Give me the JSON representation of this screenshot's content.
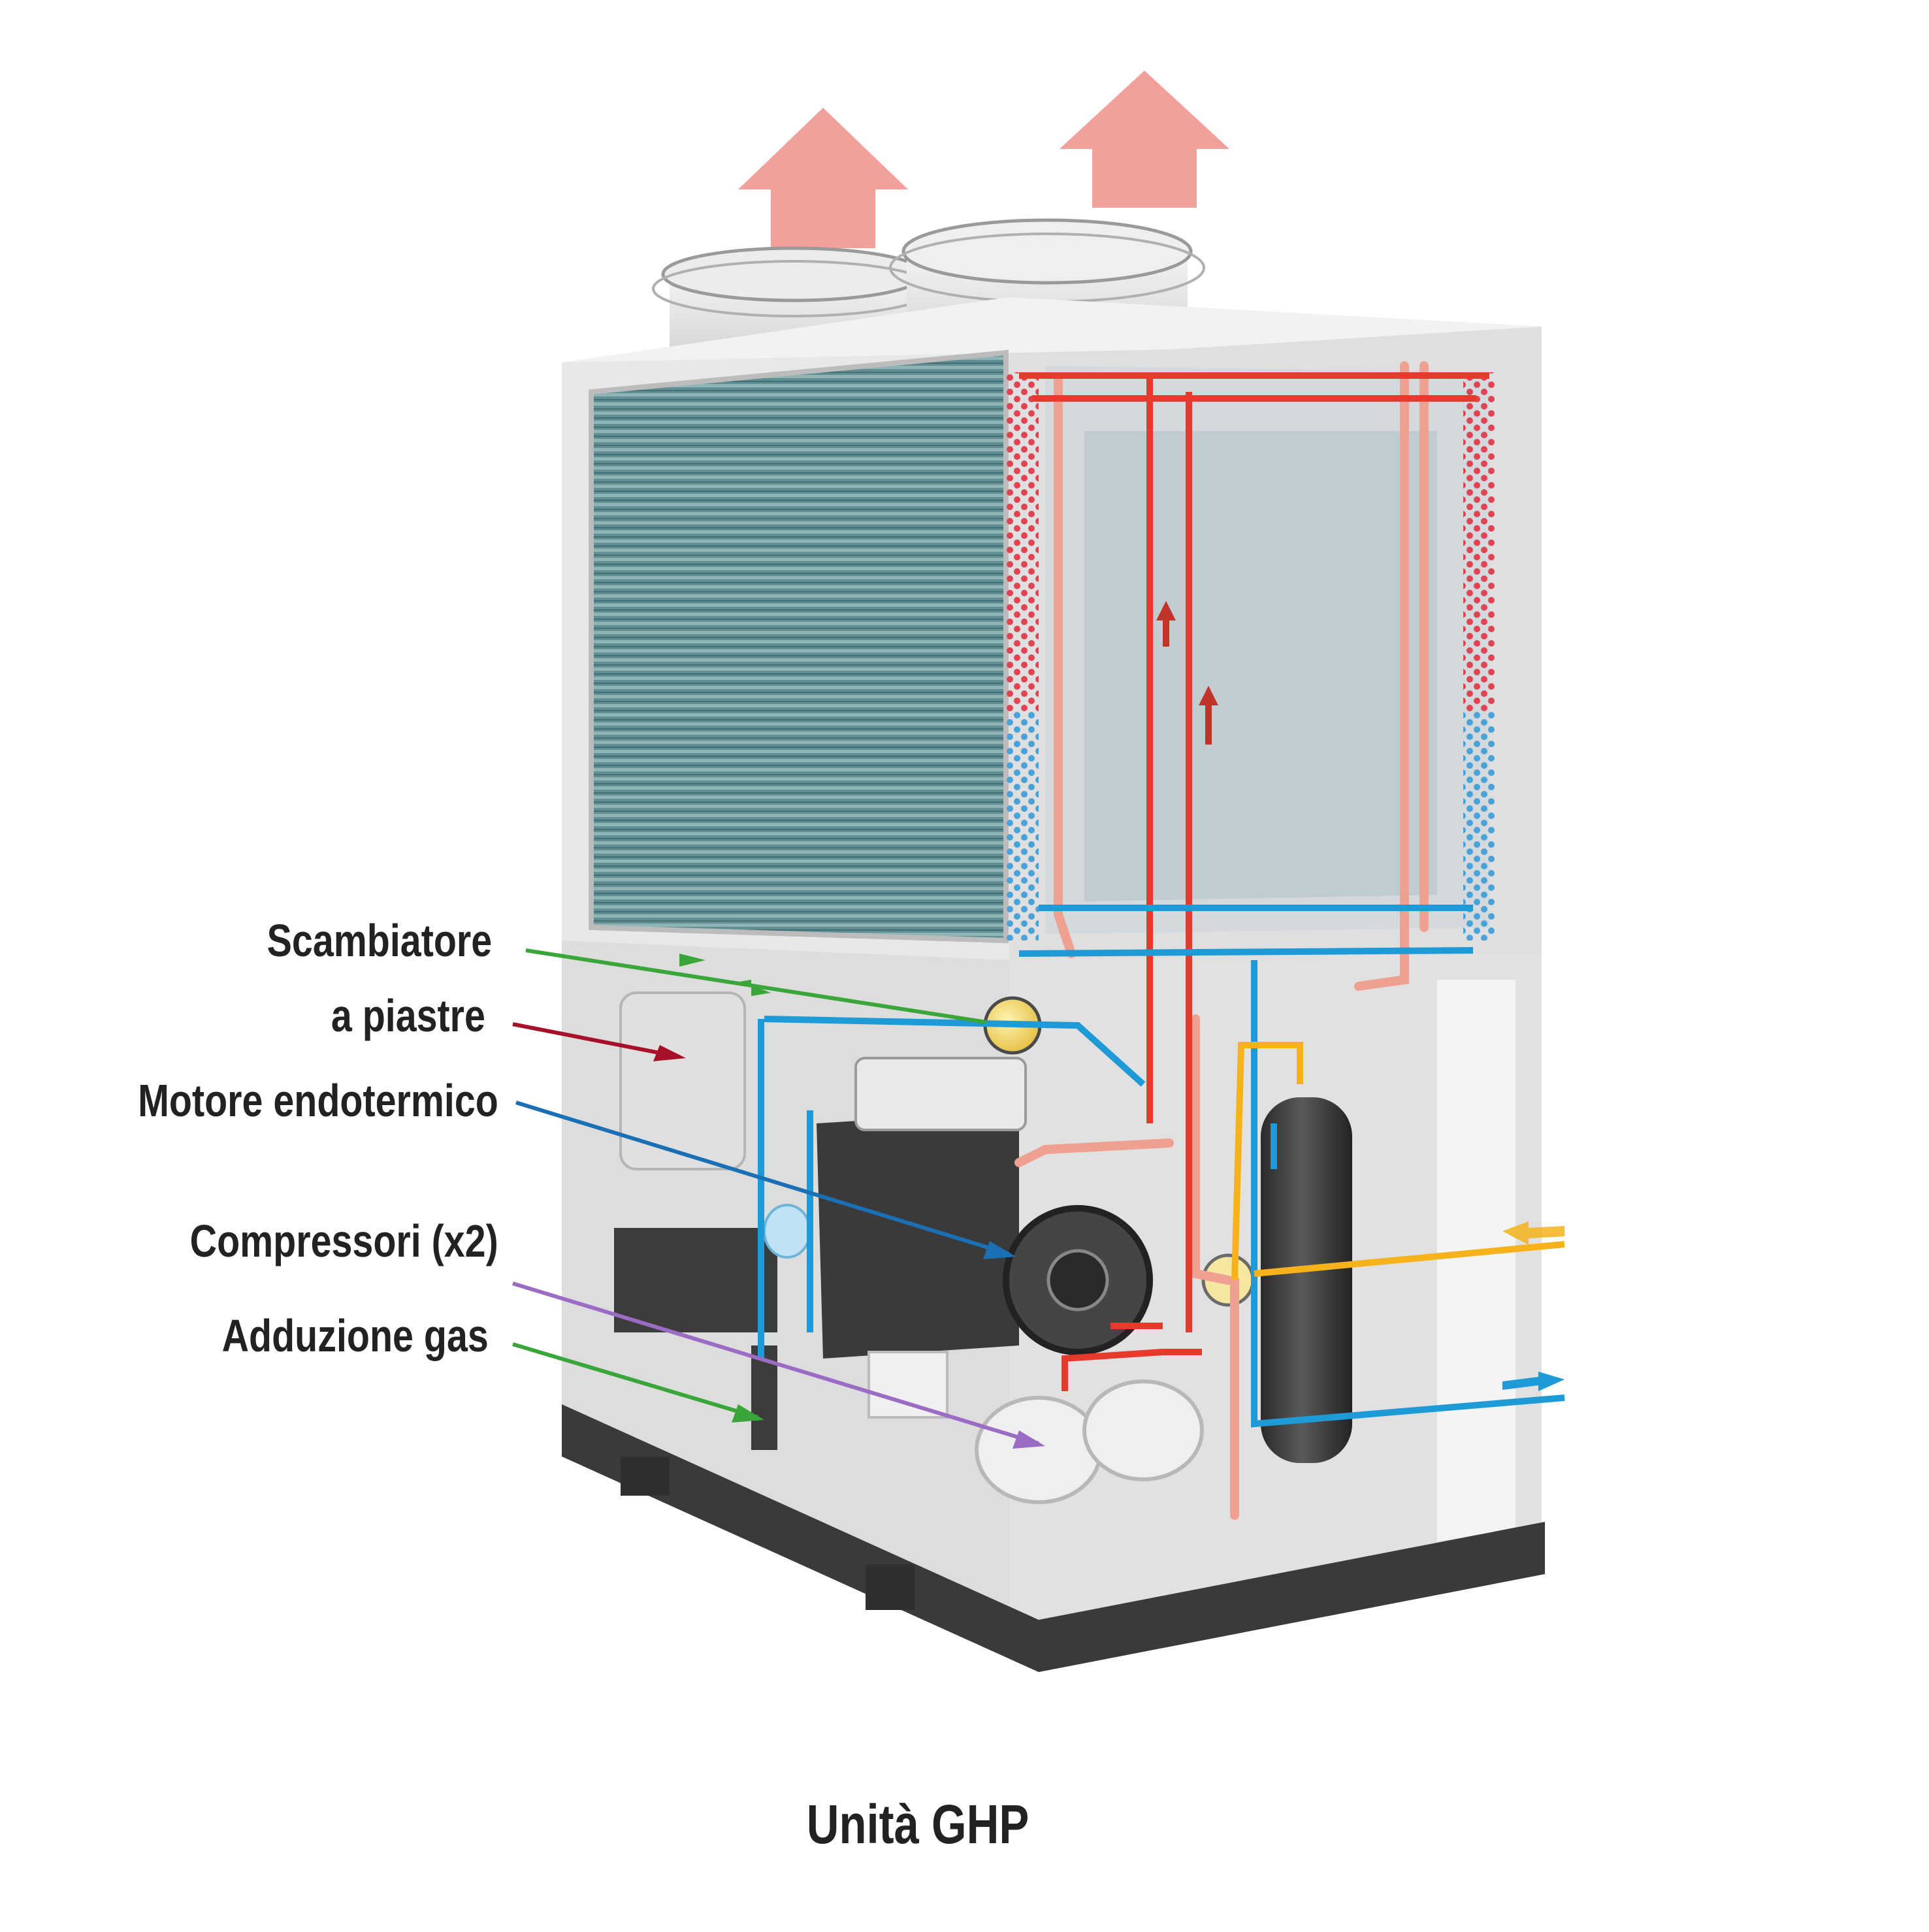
{
  "labels": {
    "exchanger_line1": "Scambiatore",
    "exchanger_line2": "a piastre",
    "engine": "Motore  endotermico",
    "compressors": "Compressori (x2)",
    "gas": "Adduzione gas"
  },
  "caption": "Unità GHP",
  "colors": {
    "exchanger": "#3aa63a",
    "plate": "#a8102a",
    "engine": "#1b6fb5",
    "compressors": "#9b6cc4",
    "gas": "#3aa63a",
    "hot_pipe": "#e8392d",
    "cold_pipe": "#1e9ad6",
    "copper_pipe": "#f0a090",
    "yellow_pipe": "#f5b21a",
    "exhaust_arrow": "#f2a09c"
  }
}
